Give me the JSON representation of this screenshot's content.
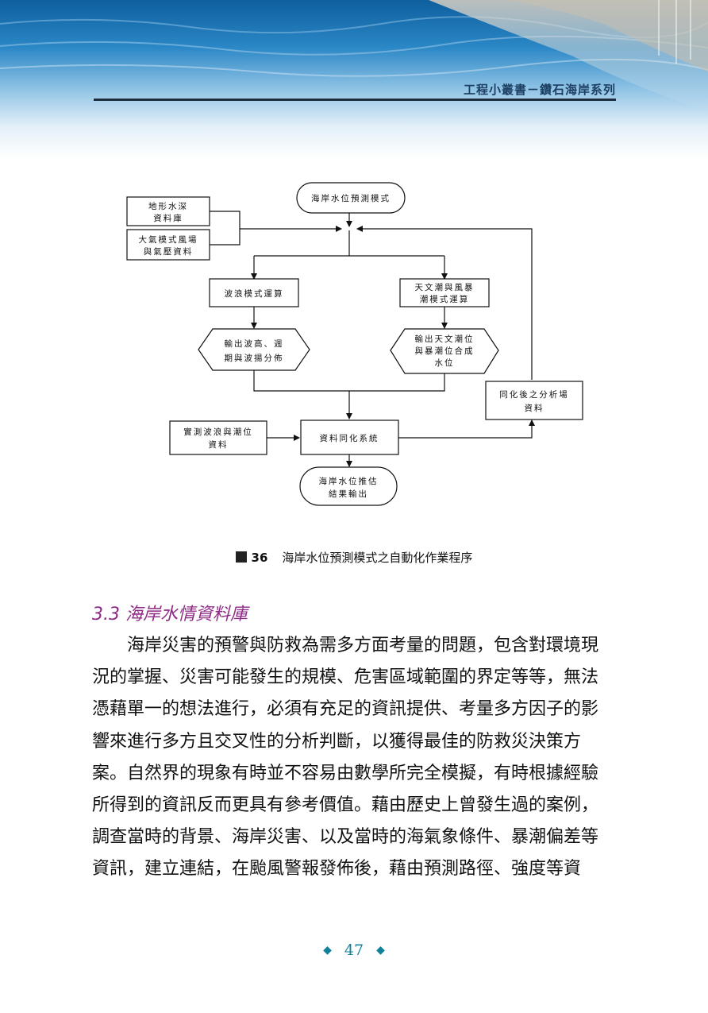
{
  "header": {
    "series_title": "工程小叢書－鑽石海岸系列"
  },
  "figure": {
    "number": "36",
    "caption": "海岸水位預測模式之自動化作業程序",
    "nodes": {
      "start": "海岸水位預測模式",
      "terrain_1": "地形水深",
      "terrain_2": "資料庫",
      "atmos_1": "大氣模式風場",
      "atmos_2": "與氣壓資料",
      "wave_model": "波浪模式運算",
      "tide_model_1": "天文潮與風暴",
      "tide_model_2": "潮模式運算",
      "wave_out_1": "輸出波高、週",
      "wave_out_2": "期與波揚分佈",
      "tide_out_1": "輸出天文潮位",
      "tide_out_2": "與暴潮位合成",
      "tide_out_3": "水位",
      "assim_field_1": "同化後之分析場",
      "assim_field_2": "資料",
      "observed_1": "實測波浪與潮位",
      "observed_2": "資料",
      "assim_system": "資料同化系統",
      "result_1": "海岸水位推估",
      "result_2": "結果輸出"
    }
  },
  "section": {
    "heading": "3.3 海岸水情資料庫",
    "lines": [
      "　　海岸災害的預警與防救為需多方面考量的問題，包含對環境現",
      "況的掌握、災害可能發生的規模、危害區域範圍的界定等等，無法",
      "憑藉單一的想法進行，必須有充足的資訊提供、考量多方因子的影",
      "響來進行多方且交叉性的分析判斷，以獲得最佳的防救災決策方",
      "案。自然界的現象有時並不容易由數學所完全模擬，有時根據經驗",
      "所得到的資訊反而更具有參考價值。藉由歷史上曾發生過的案例，",
      "調查當時的背景、海岸災害、以及當時的海氣象條件、暴潮偏差等",
      "資訊，建立連結，在颱風警報發佈後，藉由預測路徑、強度等資"
    ]
  },
  "footer": {
    "page_number": "47",
    "ornament": "◆"
  },
  "colors": {
    "sea": "#1f78b8",
    "rule": "#1e2e3e",
    "section_heading": "#8e2a86",
    "footer": "#11809a"
  }
}
